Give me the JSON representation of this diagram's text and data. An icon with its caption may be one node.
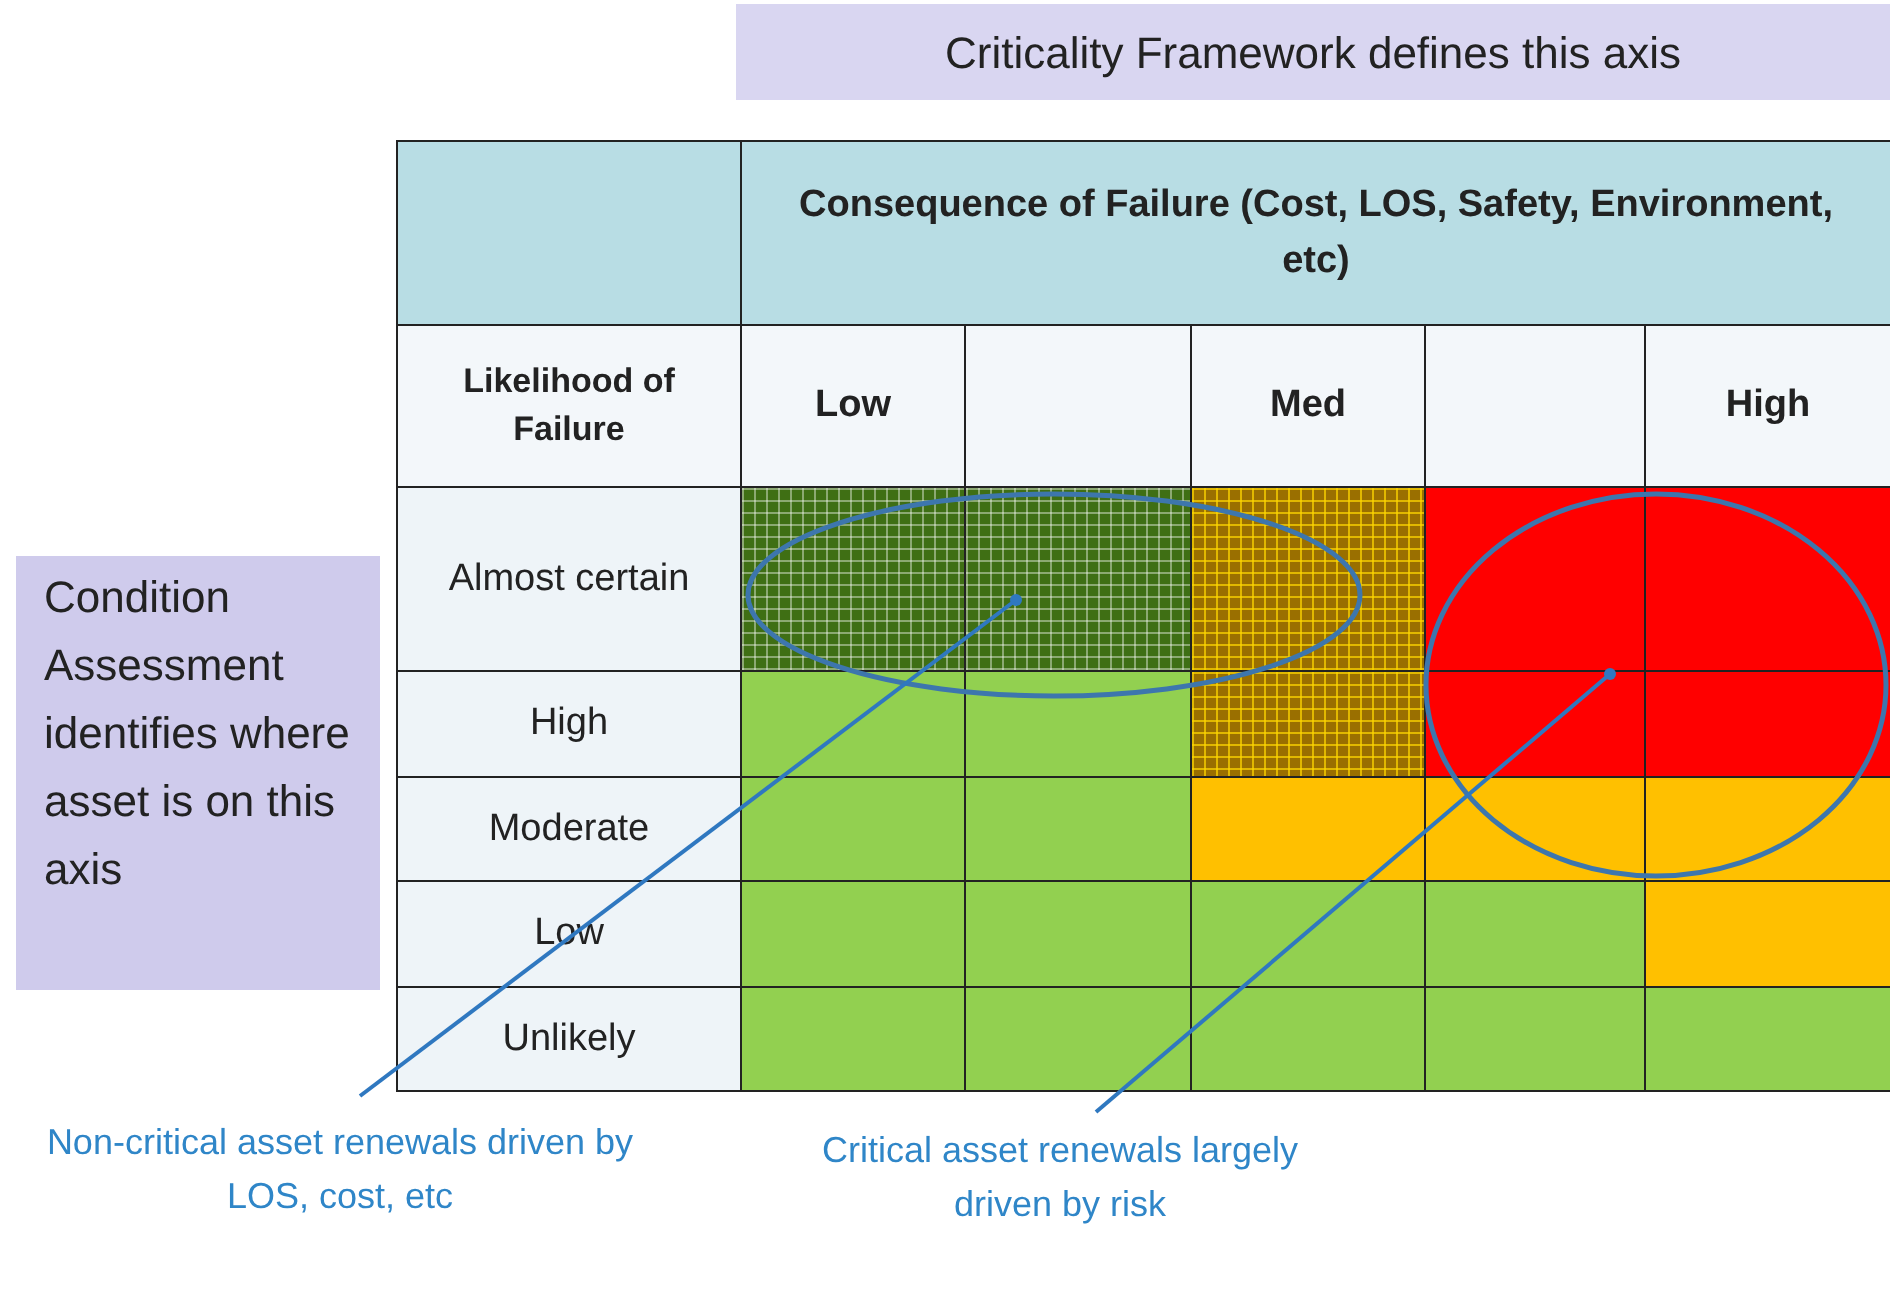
{
  "diagram": {
    "nodes": [
      {
        "text": [
          "Criticality Framework defines this axis"
        ]
      },
      {
        "text": [
          "Condition Assessment identifies where asset is on this axis"
        ]
      },
      {
        "text": [
          "Non-critical asset renewals driven by LOS, cost, etc"
        ]
      },
      {
        "text": [
          "Critical asset renewals largely driven by risk"
        ]
      },
      {
        "text": [],
        "shape": "ellipse"
      },
      {
        "text": [],
        "shape": "ellipse"
      }
    ],
    "edges": [
      {
        "from": 2,
        "to": 4,
        "arrow": "other"
      },
      {
        "from": 3,
        "to": 5,
        "arrow": "other"
      }
    ],
    "labels": [
      "Consequence of Failure (Cost, LOS, Safety, Environment, etc)",
      "Likelihood of Failure",
      "Low",
      "Med",
      "High",
      "Almost certain",
      "High",
      "Moderate",
      "Low",
      "Unlikely"
    ]
  }
}
